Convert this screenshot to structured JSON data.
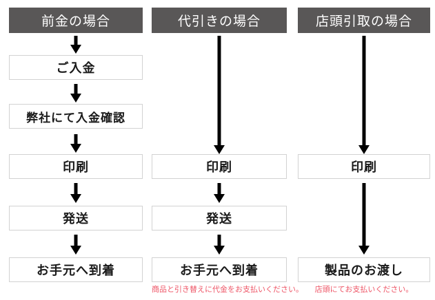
{
  "chart": {
    "title_row": [
      "前金の場合",
      "代引きの場合",
      "店頭引取の場合"
    ],
    "columns": [
      {
        "header": "前金の場合",
        "steps": [
          "ご入金",
          "弊社にて入金確認",
          "印刷",
          "発送",
          "お手元へ到着"
        ],
        "note": ""
      },
      {
        "header": "代引きの場合",
        "steps": [
          "印刷",
          "発送",
          "お手元へ到着"
        ],
        "note": "商品と引き替えに代金をお支払いください。"
      },
      {
        "header": "店頭引取の場合",
        "steps": [
          "印刷",
          "製品のお渡し"
        ],
        "note": "店頭にてお支払いください。"
      }
    ],
    "colors": {
      "header_bg": "#595757",
      "header_text": "#ffffff",
      "box_border": "#d2d2d2",
      "box_bg": "#ffffff",
      "box_text": "#1a1a1a",
      "arrow": "#000000",
      "note_text": "#ee5566"
    }
  }
}
